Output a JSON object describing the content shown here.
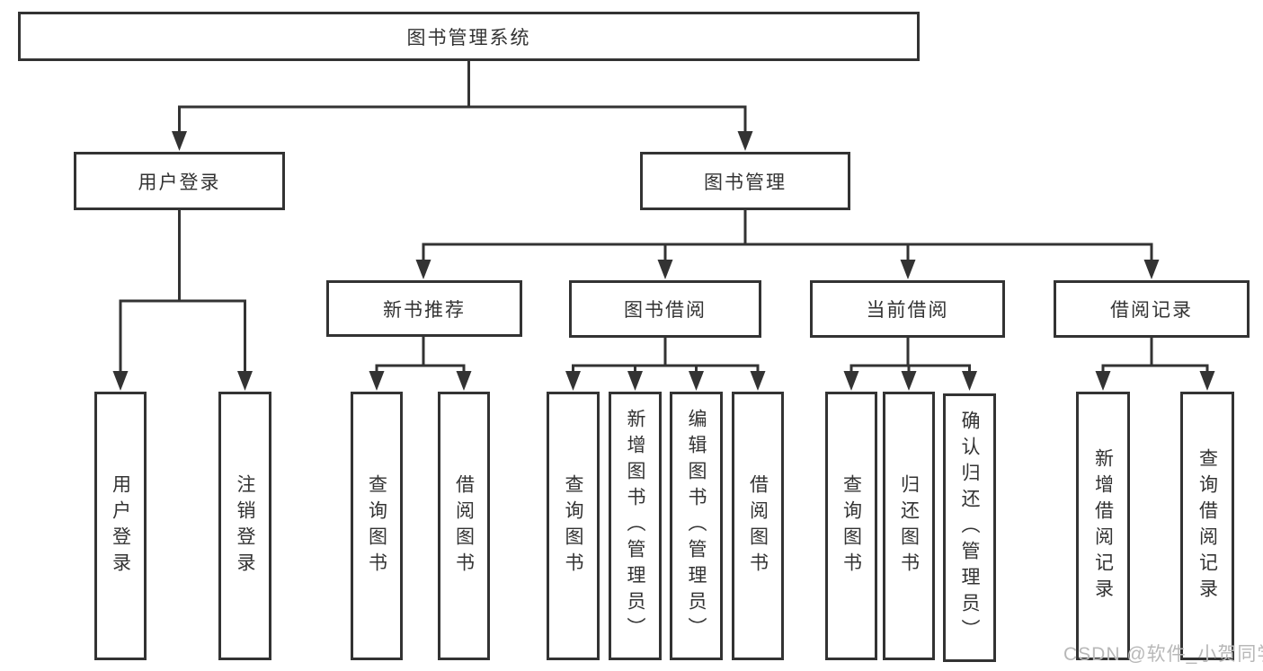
{
  "diagram": {
    "root": {
      "label": "图书管理系统"
    },
    "level2": {
      "user_login": {
        "label": "用户登录"
      },
      "book_management": {
        "label": "图书管理"
      }
    },
    "level3": {
      "new_book_recommend": {
        "label": "新书推荐"
      },
      "book_borrowing": {
        "label": "图书借阅"
      },
      "current_borrowing": {
        "label": "当前借阅"
      },
      "borrowing_records": {
        "label": "借阅记录"
      }
    },
    "leaves": {
      "user_login": {
        "label": "用户登录"
      },
      "logout": {
        "label": "注销登录"
      },
      "nb_query_books": {
        "label": "查询图书"
      },
      "nb_borrow_books": {
        "label": "借阅图书"
      },
      "bb_query_books": {
        "label": "查询图书"
      },
      "bb_add_books": {
        "label": "新增图书（管理员）"
      },
      "bb_edit_books": {
        "label": "编辑图书（管理员）"
      },
      "bb_borrow_books": {
        "label": "借阅图书"
      },
      "cb_query_books": {
        "label": "查询图书"
      },
      "cb_return_books": {
        "label": "归还图书"
      },
      "cb_confirm_return": {
        "label": "确认归还（管理员）"
      },
      "br_add_record": {
        "label": "新增借阅记录"
      },
      "br_query_record": {
        "label": "查询借阅记录"
      }
    },
    "hierarchy": {
      "图书管理系统": {
        "用户登录": [
          "用户登录",
          "注销登录"
        ],
        "图书管理": {
          "新书推荐": [
            "查询图书",
            "借阅图书"
          ],
          "图书借阅": [
            "查询图书",
            "新增图书（管理员）",
            "编辑图书（管理员）",
            "借阅图书"
          ],
          "当前借阅": [
            "查询图书",
            "归还图书",
            "确认归还（管理员）"
          ],
          "借阅记录": [
            "新增借阅记录",
            "查询借阅记录"
          ]
        }
      }
    }
  },
  "watermark": {
    "text": "CSDN @软件_小贺同学"
  },
  "colors": {
    "line": "#333333",
    "text": "#333333",
    "watermark_text": "#b8b8b8",
    "background": "#ffffff"
  }
}
